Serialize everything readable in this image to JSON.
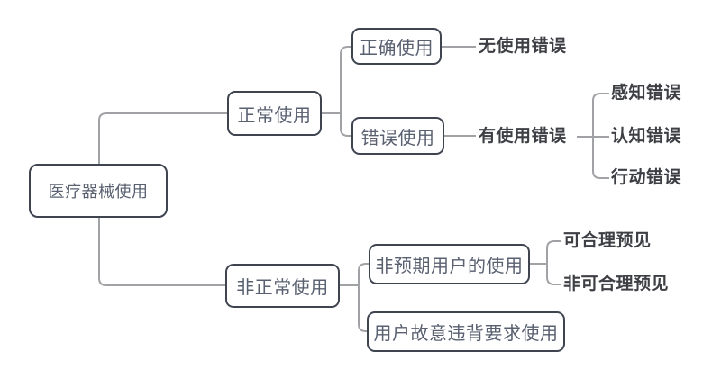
{
  "diagram": {
    "type": "mindmap",
    "colors": {
      "background": "#ffffff",
      "box_border": "#3e4551",
      "box_fill": "#ffffff",
      "box_text": "#596070",
      "connector_line": "#a0a2a5",
      "leaf_text": "#3d3f44"
    },
    "tree": {
      "label": "医疗器械使用",
      "children": [
        {
          "label": "正常使用",
          "children": [
            {
              "label": "正确使用",
              "children": [
                {
                  "label": "无使用错误",
                  "children": []
                }
              ]
            },
            {
              "label": "错误使用",
              "children": [
                {
                  "label": "有使用错误",
                  "children": [
                    {
                      "label": "感知错误"
                    },
                    {
                      "label": "认知错误"
                    },
                    {
                      "label": "行动错误"
                    }
                  ]
                }
              ]
            }
          ]
        },
        {
          "label": "非正常使用",
          "children": [
            {
              "label": "非预期用户的使用",
              "children": [
                {
                  "label": "可合理预见"
                },
                {
                  "label": "非可合理预见"
                }
              ]
            },
            {
              "label": "用户故意违背要求使用",
              "children": []
            }
          ]
        }
      ]
    }
  }
}
